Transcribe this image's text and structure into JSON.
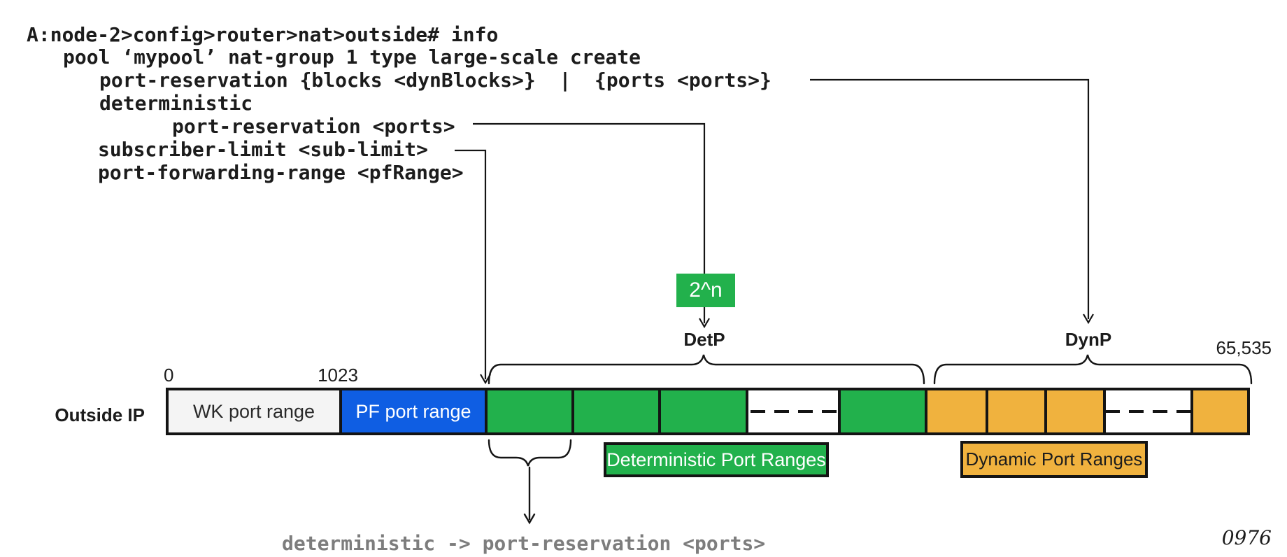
{
  "config": {
    "lines": [
      "A:node-2>config>router>nat>outside# info",
      "pool ‘mypool’ nat-group 1 type large-scale create",
      "port-reservation {blocks <dynBlocks>}  |  {ports <ports>}",
      "deterministic",
      "port-reservation <ports>",
      "subscriber-limit <sub-limit>",
      "port-forwarding-range <pfRange>"
    ]
  },
  "diagram": {
    "outside_ip_label": "Outside IP",
    "scale": {
      "start": "0",
      "wk_end": "1023",
      "max": "65,535"
    },
    "sections": {
      "deterministic": "DetP",
      "dynamic": "DynP"
    },
    "power_of_two_box": "2^n",
    "bar": {
      "wk_label": "WK port range",
      "pf_label": "PF port range",
      "deterministic_block_count": 4,
      "dynamic_block_count": 4
    },
    "legend": {
      "deterministic": "Deterministic Port Ranges",
      "dynamic": "Dynamic Port Ranges"
    },
    "annotation": "deterministic -> port-reservation <ports>",
    "figure_number": "0976",
    "colors": {
      "deterministic_green": "#22b14c",
      "dynamic_orange": "#f0b23e",
      "port_forwarding_blue": "#0f5ee3",
      "well_known_gray": "#f4f4f4",
      "annotation_gray": "#7d7d7d",
      "line_black": "#141414"
    }
  }
}
